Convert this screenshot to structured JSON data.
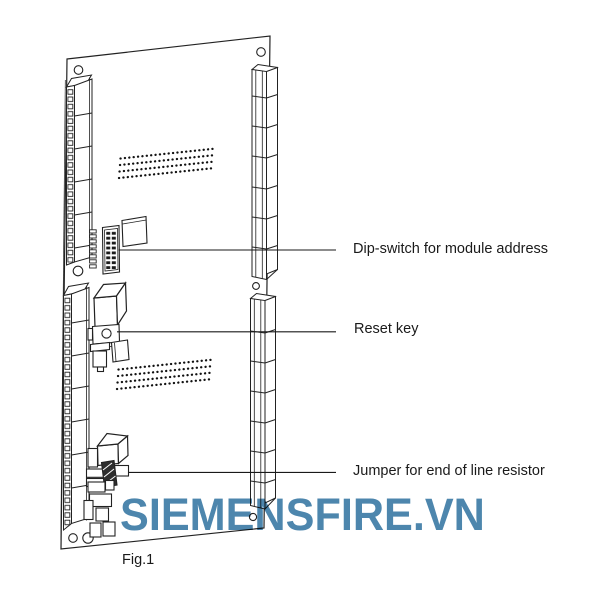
{
  "figure": {
    "caption": "Fig.1",
    "watermark": "SIEMENSFIRE.VN"
  },
  "callouts": [
    {
      "id": "dip-switch",
      "text": "Dip-switch for module address"
    },
    {
      "id": "reset-key",
      "text": "Reset key"
    },
    {
      "id": "jumper",
      "text": "Jumper for end of line resistor"
    }
  ],
  "colors": {
    "line": "#222222",
    "label_text": "#1a1a1a",
    "watermark_blue": "#4d86ad",
    "background": "#ffffff"
  }
}
